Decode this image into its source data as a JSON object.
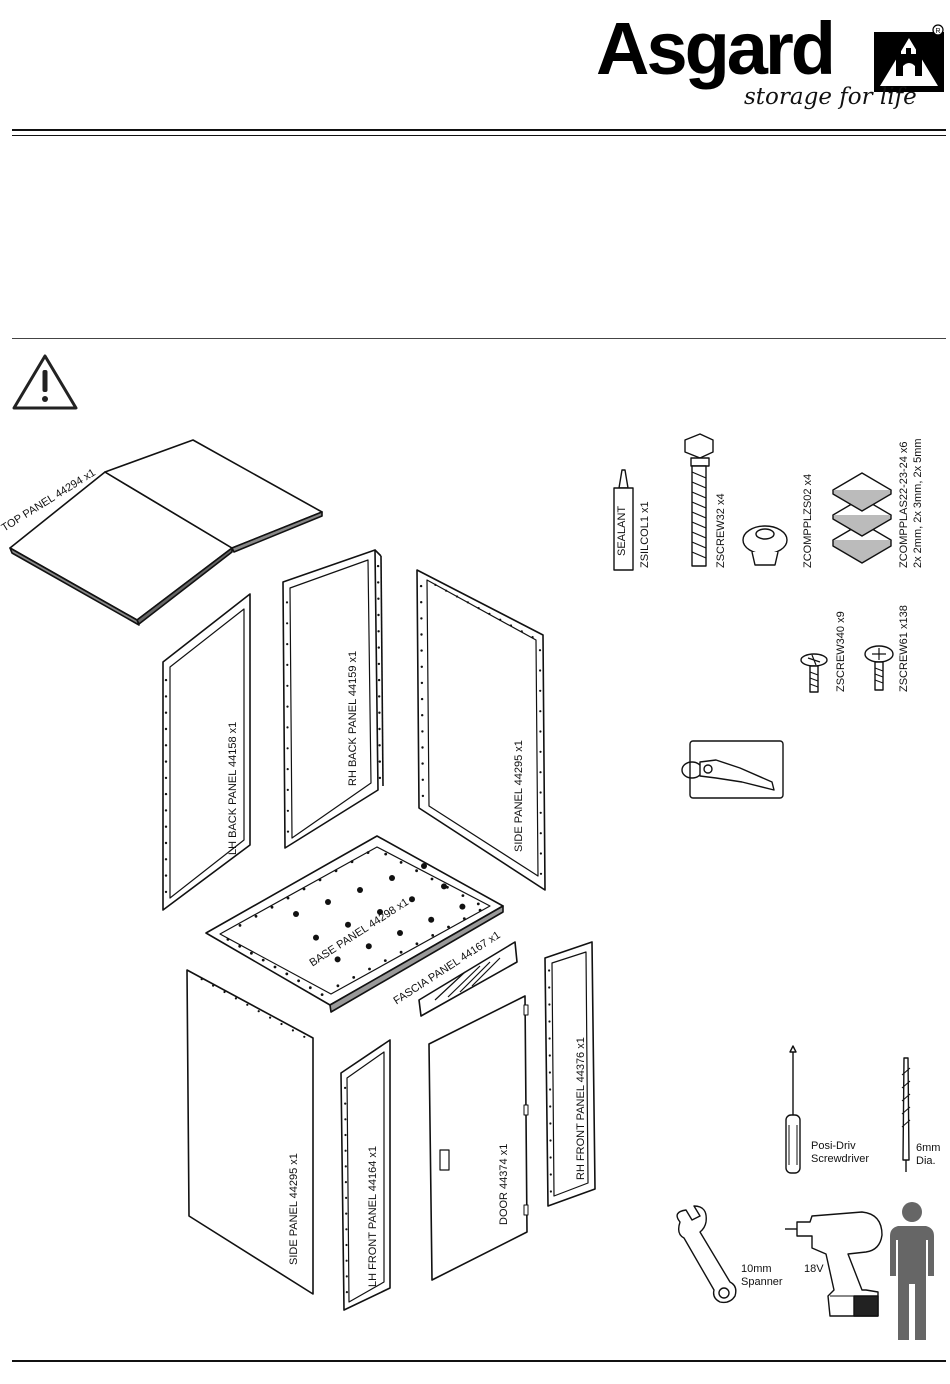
{
  "brand": {
    "name": "Asgard",
    "tagline": "storage for life"
  },
  "parts": {
    "top_panel": "TOP PANEL 44294 x1",
    "lh_back_panel": "LH BACK PANEL 44158 x1",
    "rh_back_panel": "RH BACK PANEL 44159 x1",
    "side_panel_rear": "SIDE PANEL 44295 x1",
    "base_panel": "BASE PANEL 44298 x1",
    "fascia_panel": "FASCIA PANEL 44167 x1",
    "side_panel_front": "SIDE PANEL 44295 x1",
    "lh_front_panel": "LH FRONT PANEL 44164 x1",
    "door": "DOOR 44374 x1",
    "rh_front_panel": "RH FRONT PANEL 44376 x1"
  },
  "hardware": {
    "sealant_name": "SEALANT",
    "sealant_code": "ZSILCOL1 x1",
    "screw32": "ZSCREW32  x4",
    "plug": "ZCOMPPLZS02  x4",
    "packers_code": "ZCOMPPLAS22-23-24  x6",
    "packers_detail": "2x  2mm, 2x 3mm, 2x 5mm",
    "screw340": "ZSCREW340  x9",
    "screw61": "ZSCREW61  x138"
  },
  "tools": {
    "screwdriver_line1": "Posi-Driv",
    "screwdriver_line2": "Screwdriver",
    "drill_bit_line1": "6mm",
    "drill_bit_line2": "Dia.",
    "spanner_line1": "10mm",
    "spanner_line2": "Spanner",
    "drill_voltage": "18V"
  }
}
